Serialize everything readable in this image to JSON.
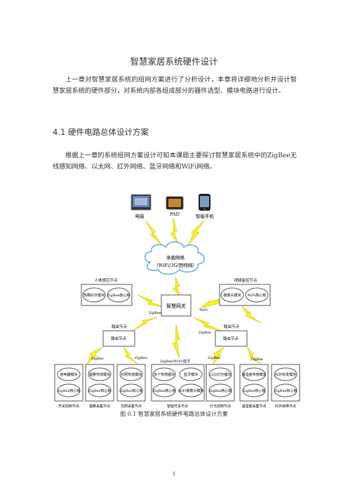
{
  "title": "智慧家居系统硬件设计",
  "intro": "上一章对智慧家居系统的组网方案进行了分析设计，本章将详细地分析并设计智慧家居系统的硬件部分，对系统内部各组成部分的器件选型、模块电路进行设计。",
  "section_heading": "4.1  硬件电路总体设计方案",
  "section_para": "根据上一章的系统组网方案设计可知本课题主要探讨智慧家居系统中的ZigBee无线感知网络、以太网、红外网络、蓝牙网络和WiFi网络。",
  "diagram": {
    "devices": [
      "电脑",
      "PAD",
      "智能手机"
    ],
    "cloud_line1": "承载网络",
    "cloud_line2": "（WiFi/3G/因特网）",
    "gateway": "智慧网关",
    "human_node_label": "人体感应节点",
    "human_module_a": "热释红外模块",
    "human_module_b": "ZigBee核心板",
    "video_node_label": "视频监控节点",
    "video_module_a": "摄像头模块",
    "video_module_b": "WiFi核心板",
    "router_left_label": "路由节点",
    "router_left_inner": "路由节点",
    "router_right_label": "路由节点",
    "router_right_inner": "路由节点",
    "links": {
      "zigbee_gw_left": "ZigBee",
      "wifi_gw_right": "WiFi",
      "zigbee_gw_router": "ZigBee",
      "zb1": "ZigBee",
      "zb2": "ZigBee",
      "zb_center": "ZigBee/WiFi/蓝牙",
      "zb3": "ZigBee",
      "zb4": "ZigBee"
    },
    "nodes": [
      {
        "top": "继电器模块",
        "bottom": "ZigBee核心板",
        "label": "开关控制节点"
      },
      {
        "top": "烟雾传感模块",
        "bottom": "ZigBee核心板",
        "label": "烟雾采集节点"
      },
      {
        "top": "光照传感模块",
        "bottom": "ZigBee核心板",
        "label": "光照采集节点"
      },
      {
        "top": "多个传感模块",
        "top2": "蓝牙模块",
        "bottom": "ZigBee核心板",
        "bottom2": "WiFi摄像头模块",
        "label": "智能开关节点"
      },
      {
        "top": "LED灯光模块",
        "bottom": "ZigBee核心板",
        "label": "灯光控制节点"
      },
      {
        "top": "温湿度传感模块",
        "bottom": "ZigBee核心板",
        "label": "温湿度采集节点"
      },
      {
        "top": "红外收发模块",
        "bottom": "ZigBee核心板",
        "label": "红外转换节点"
      }
    ]
  },
  "caption": "图 0.1  智慧家居系统硬件电路总体设计方案",
  "page_number": "1"
}
